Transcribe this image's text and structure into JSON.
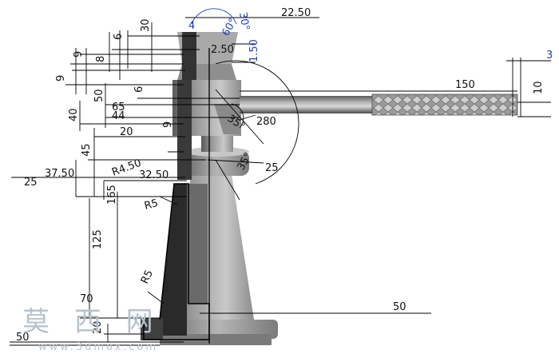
{
  "drawing": {
    "dimensions": {
      "d22_50": "22.50",
      "d4": "4",
      "d30a": "30",
      "d30deg": "30°",
      "d60deg": "60°",
      "d6a": "6",
      "d2_50": "2.50",
      "d1_50": "1.50",
      "d3": "3",
      "d9a": "9",
      "d8": "8",
      "d9b": "9",
      "d150": "150",
      "d10": "10",
      "d50a": "50",
      "d6b": "6",
      "d65": "65",
      "d44": "44",
      "d40": "40",
      "d20a": "20",
      "d9c": "9",
      "d280": "280",
      "d35deg": "35°",
      "d45": "45",
      "dR4_50": "R4.50",
      "d37_50": "37.50",
      "d32_50": "32.50",
      "d25a": "25",
      "d25b": "25",
      "d165": "165",
      "dR5a": "R5",
      "d125": "125",
      "dR5b": "R5",
      "d70": "70",
      "d50b": "50",
      "d20b": "20",
      "d50c": "50"
    },
    "watermark": {
      "chars": "莫 西 网",
      "url": "www.3dmox.com"
    }
  }
}
